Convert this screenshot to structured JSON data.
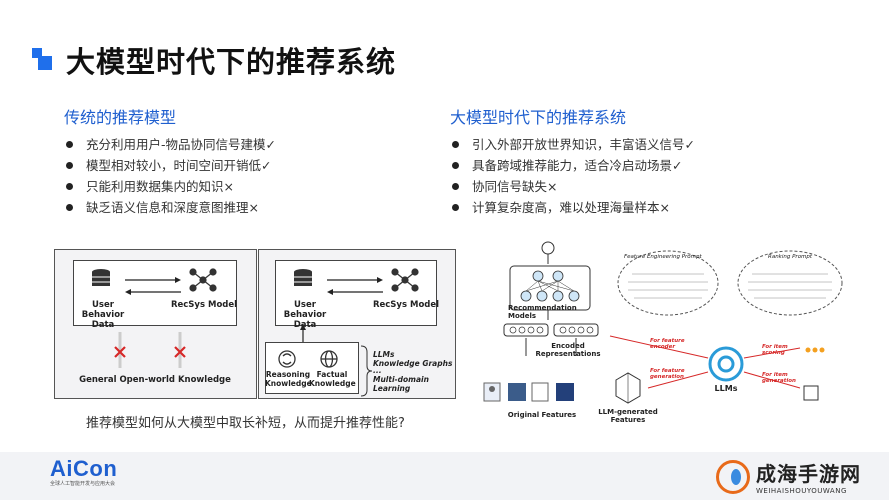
{
  "slide": {
    "title": "大模型时代下的推荐系统"
  },
  "left_section": {
    "heading": "传统的推荐模型",
    "items": [
      "充分利用用户-物品协同信号建模✓",
      "模型相对较小，时间空间开销低✓",
      "只能利用数据集内的知识×",
      "缺乏语义信息和深度意图推理×"
    ]
  },
  "right_section": {
    "heading": "大模型时代下的推荐系统",
    "items": [
      "引入外部开放世界知识，丰富语义信号✓",
      "具备跨域推荐能力，适合冷启动场景✓",
      "协同信号缺失×",
      "计算复杂度高，难以处理海量样本×"
    ]
  },
  "diagram_left": {
    "user_behavior": "User Behavior\nData",
    "recsys_model": "RecSys Model",
    "knowledge": "General Open-world Knowledge"
  },
  "diagram_middle": {
    "user_behavior": "User Behavior\nData",
    "recsys_model": "RecSys Model",
    "reasoning": "Reasoning\nKnowledge",
    "factual": "Factual\nKnowledge",
    "llms": "LLMs",
    "kg": "Knowledge Graphs",
    "dots": "...",
    "multi": "Multi-domain Learning"
  },
  "diagram_right": {
    "rec_models": "Recommendation\nModels",
    "encoded": "Encoded\nRepresentations",
    "original": "Original Features",
    "llm_gen": "LLM-generated\nFeatures",
    "llms": "LLMs",
    "fe_prompt": "Feature Engineering Prompt",
    "rank_prompt": "Ranking Prompt",
    "for_feature_encoder": "For feature\nencoder",
    "for_feature_generation": "For feature\ngeneration",
    "for_item_scoring": "For item\nscoring",
    "for_item_generation": "For item\ngeneration"
  },
  "caption": "推荐模型如何从大模型中取长补短，从而提升推荐性能?",
  "footer": {
    "brand": "AiCon",
    "brand_sub": "全球人工智能开发与应用大会",
    "watermark_title": "成海手游网",
    "watermark_sub": "WEIHAISHOUYOUWANG"
  },
  "colors": {
    "accent": "#1f5fcf",
    "title_mark": "#1f6feb",
    "cross": "#d62828",
    "llm_logo": "#2a9bd8"
  }
}
